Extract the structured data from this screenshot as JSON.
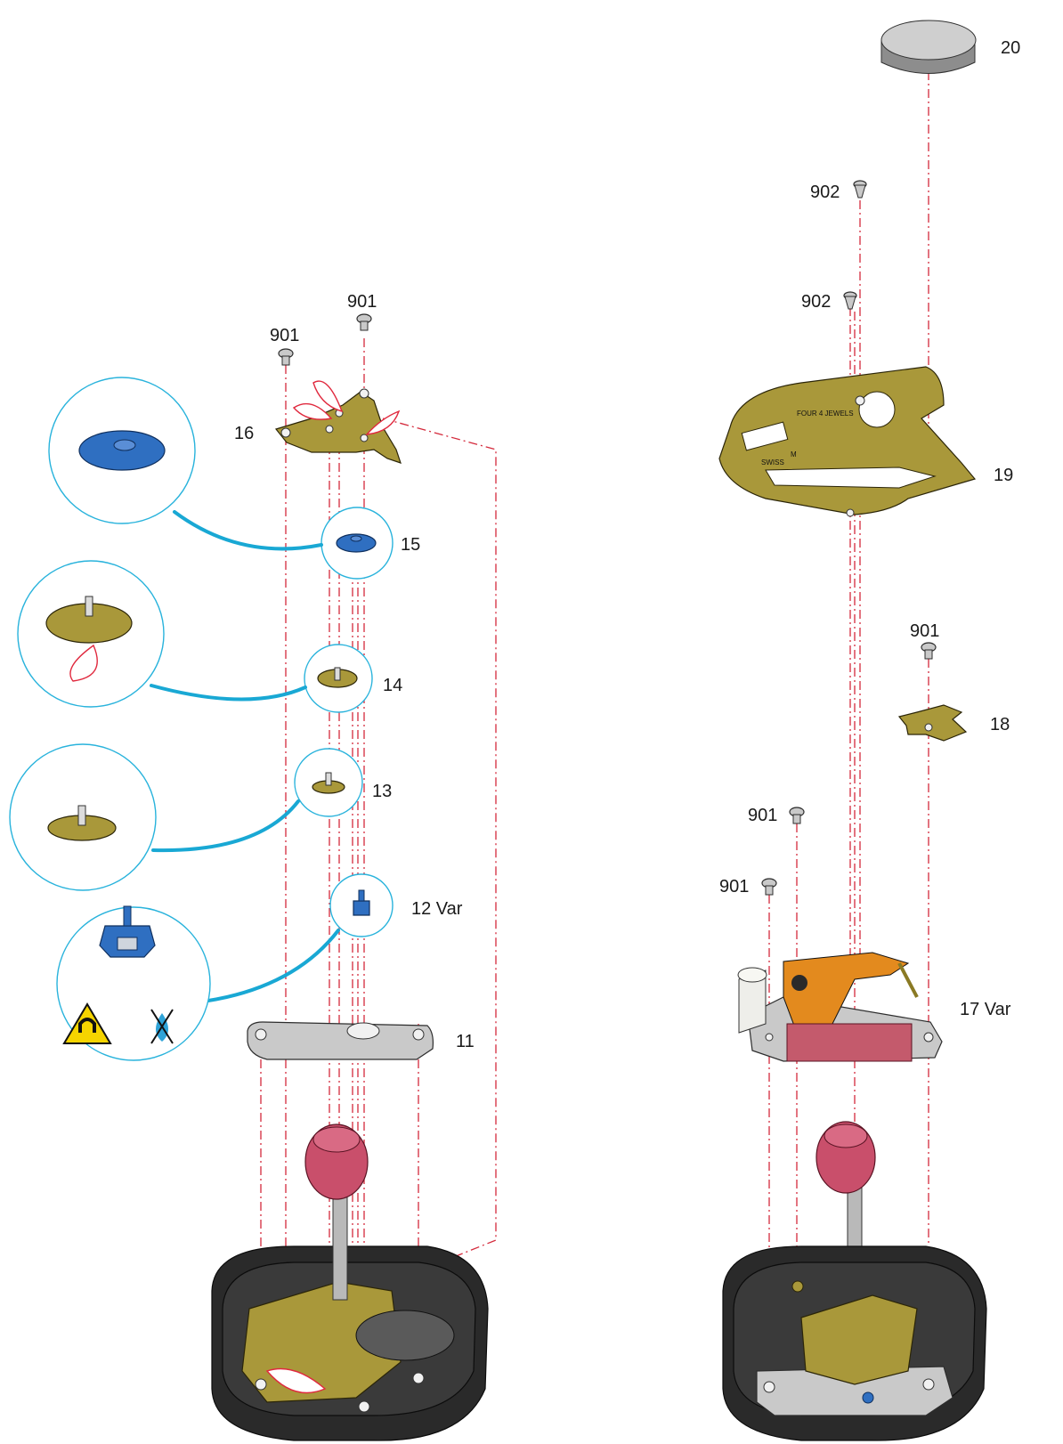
{
  "labels": {
    "part_20": "20",
    "part_19": "19",
    "part_18": "18",
    "part_17": "17 Var",
    "part_16": "16",
    "part_15": "15",
    "part_14": "14",
    "part_13": "13",
    "part_12": "12 Var",
    "part_11": "11",
    "screw_902_top": "902",
    "screw_902_mid": "902",
    "screw_901_bridge_left": "901",
    "screw_901_bridge_right": "901",
    "screw_901_lever": "901",
    "screw_901_module_upper": "901",
    "screw_901_module_lower": "901"
  },
  "plate_engraving": {
    "line1": "FOUR 4 JEWELS",
    "line2": "SWISS",
    "line3": "M"
  },
  "colors": {
    "axis_line": "#d42a3c",
    "leader_line": "#19a8d4",
    "brass": "#a9983a",
    "blue_wheel": "#2f6fc1",
    "crown": "#c94f6b",
    "coil": "#c45a6c",
    "flex_print": "#e38a1e"
  },
  "icons": [
    "magnet-warning-icon",
    "no-oil-icon",
    "oil-drop-icon"
  ]
}
